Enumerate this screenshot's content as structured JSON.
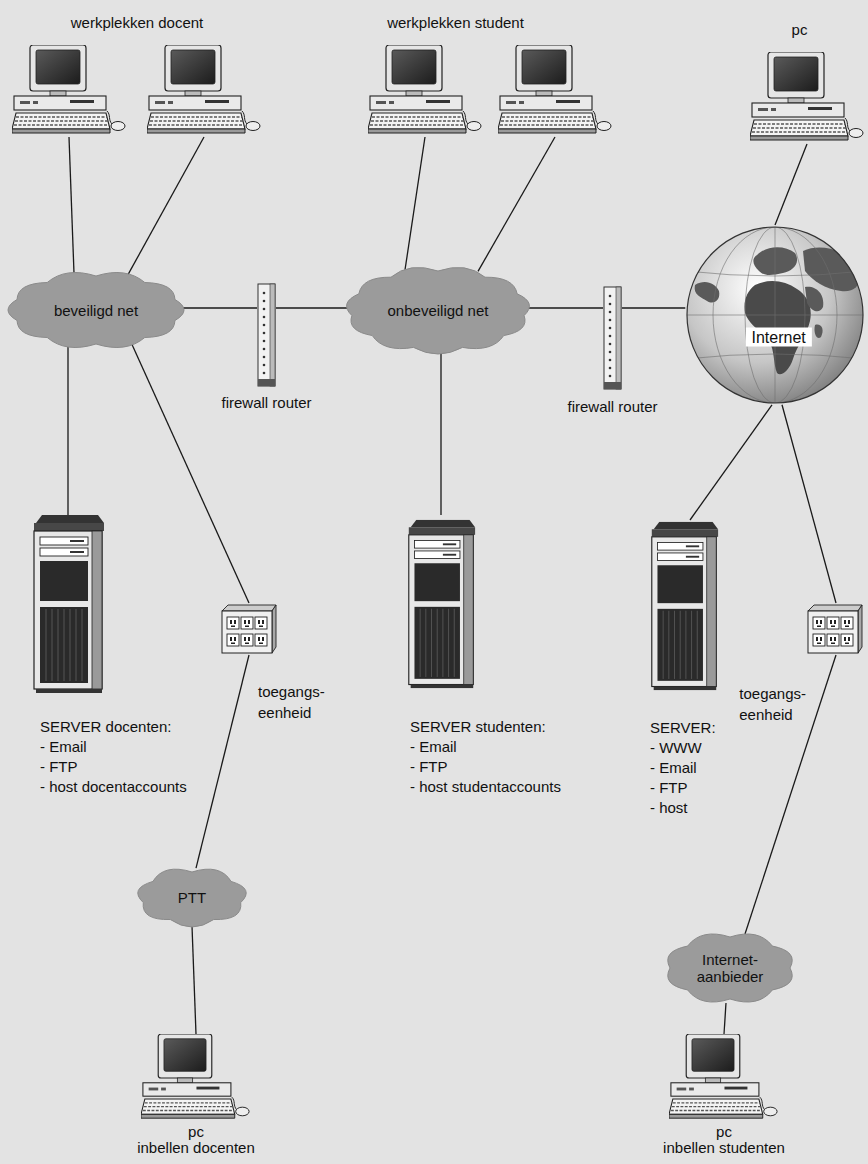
{
  "diagram": {
    "nodes": [
      {
        "text": [
          "werkplekken docent"
        ]
      },
      {
        "text": [
          "werkplekken student"
        ]
      },
      {
        "text": [
          "pc"
        ]
      },
      {
        "text": [
          "beveiligd net"
        ]
      },
      {
        "text": [
          "firewall router"
        ]
      },
      {
        "text": [
          "onbeveiligd net"
        ]
      },
      {
        "text": [
          "firewall router"
        ]
      },
      {
        "text": [
          "Internet"
        ]
      },
      {
        "text": [
          "SERVER docenten:",
          "- Email",
          "- FTP",
          "- host docentaccounts"
        ]
      },
      {
        "text": [
          "toegangs- eenheid"
        ]
      },
      {
        "text": [
          "SERVER studenten:",
          "- Email",
          "- FTP",
          "- host studentaccounts"
        ]
      },
      {
        "text": [
          "SERVER:",
          "- WWW",
          "- Email",
          "- FTP",
          "- host"
        ]
      },
      {
        "text": [
          "toegangs- eenheid"
        ]
      },
      {
        "text": [
          "PTT"
        ]
      },
      {
        "text": [
          "Internet- aanbieder"
        ]
      },
      {
        "text": [
          "pc",
          "inbellen docenten"
        ]
      },
      {
        "text": [
          "pc",
          "inbellen studenten"
        ]
      }
    ],
    "edges": [
      {
        "from": 0,
        "to": 3,
        "arrow": "none"
      },
      {
        "from": 0,
        "to": 3,
        "arrow": "none"
      },
      {
        "from": 1,
        "to": 5,
        "arrow": "none"
      },
      {
        "from": 1,
        "to": 5,
        "arrow": "none"
      },
      {
        "from": 2,
        "to": 7,
        "arrow": "none"
      },
      {
        "from": 3,
        "to": 4,
        "arrow": "none"
      },
      {
        "from": 4,
        "to": 5,
        "arrow": "none"
      },
      {
        "from": 5,
        "to": 6,
        "arrow": "none"
      },
      {
        "from": 6,
        "to": 7,
        "arrow": "none"
      },
      {
        "from": 3,
        "to": 8,
        "arrow": "none"
      },
      {
        "from": 3,
        "to": 9,
        "arrow": "none"
      },
      {
        "from": 5,
        "to": 10,
        "arrow": "none"
      },
      {
        "from": 7,
        "to": 11,
        "arrow": "none"
      },
      {
        "from": 7,
        "to": 12,
        "arrow": "none"
      },
      {
        "from": 9,
        "to": 13,
        "arrow": "none"
      },
      {
        "from": 12,
        "to": 14,
        "arrow": "none"
      },
      {
        "from": 13,
        "to": 15,
        "arrow": "none"
      },
      {
        "from": 14,
        "to": 16,
        "arrow": "none"
      }
    ]
  }
}
